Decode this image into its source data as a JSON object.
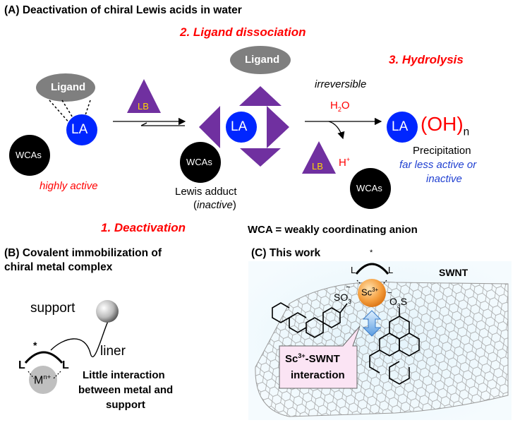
{
  "panel_a": {
    "heading": "(A) Deactivation of chiral Lewis acids in water",
    "step1": "1. Deactivation",
    "step2": "2. Ligand dissociation",
    "step3": "3. Hydrolysis",
    "ligand": "Ligand",
    "la": "LA",
    "lb": "LB",
    "wcas": "WCAs",
    "highly_active": "highly active",
    "lewis_adduct": "Lewis adduct",
    "inactive": "inactive",
    "irreversible": "irreversible",
    "h2o_h": "H",
    "h2o_sub": "2",
    "h2o_o": "O",
    "h_plus": "H",
    "plus": "+",
    "oh": "OH",
    "n": "n",
    "precipitation": "Precipitation",
    "far_less_1": "far less active or",
    "far_less_2": "inactive"
  },
  "wca_definition": "WCA = weakly coordinating anion",
  "panel_b": {
    "heading_1": "(B) Covalent immobilization of",
    "heading_2": "chiral metal complex",
    "support": "support",
    "liner": "liner",
    "star": "*",
    "l": "L",
    "metal": "M",
    "metal_charge": "n+",
    "note_1": "Little interaction",
    "note_2": "between metal and",
    "note_3": "support"
  },
  "panel_c": {
    "heading": "(C) This work",
    "swnt": "SWNT",
    "star": "*",
    "l": "L",
    "sc": "Sc",
    "sc_charge": "3+",
    "so3_left": "SO",
    "so3_left_sub": "3",
    "so3_left_charge": "−",
    "o3s_charge": "−",
    "o3s_o": "O",
    "o3s_sub": "3",
    "o3s_s": "S",
    "callout_1a": "Sc",
    "callout_1_charge": "3+",
    "callout_1b": "-SWNT",
    "callout_2": "interaction"
  }
}
